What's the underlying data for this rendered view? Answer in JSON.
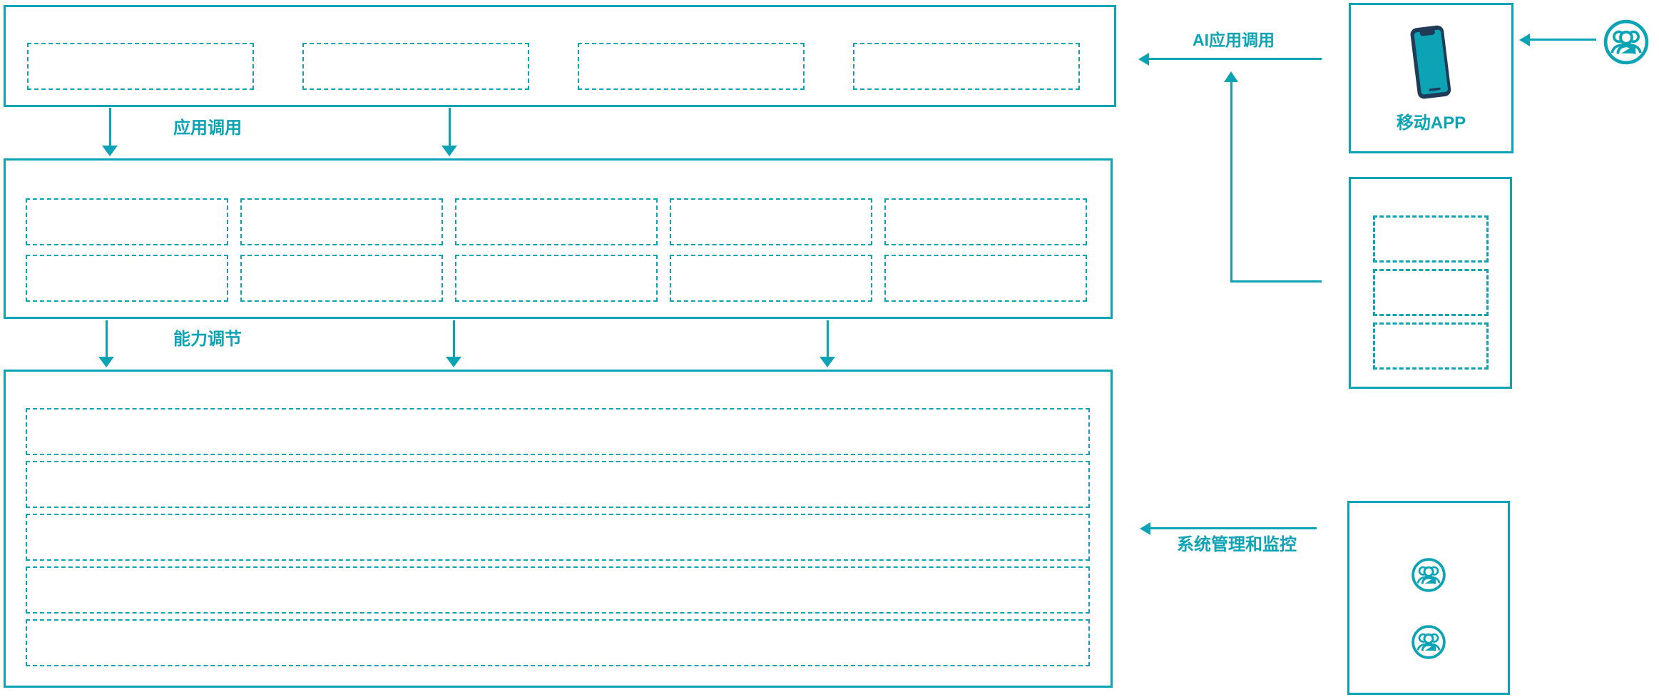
{
  "diagram": {
    "colors": {
      "accent": "#0CA4B5",
      "device": "#1F3B58"
    },
    "flows": {
      "app_call_label": "应用调用",
      "capability_adjust_label": "能力调节",
      "ai_app_call_label": "AI应用调用",
      "system_management_label": "系统管理和监控"
    },
    "layers": {
      "top": {
        "placeholder_count": 4
      },
      "middle": {
        "placeholder_count": 10,
        "rows": 2,
        "cols": 5
      },
      "bottom": {
        "placeholder_count": 5
      }
    },
    "right_panels": {
      "mobile": {
        "label": "移动APP",
        "icon": "smartphone-icon"
      },
      "api": {
        "placeholder_count": 3
      },
      "admins": {
        "icon_count": 2,
        "icon": "user-group-icon"
      }
    },
    "external": {
      "icon": "user-group-icon"
    }
  }
}
